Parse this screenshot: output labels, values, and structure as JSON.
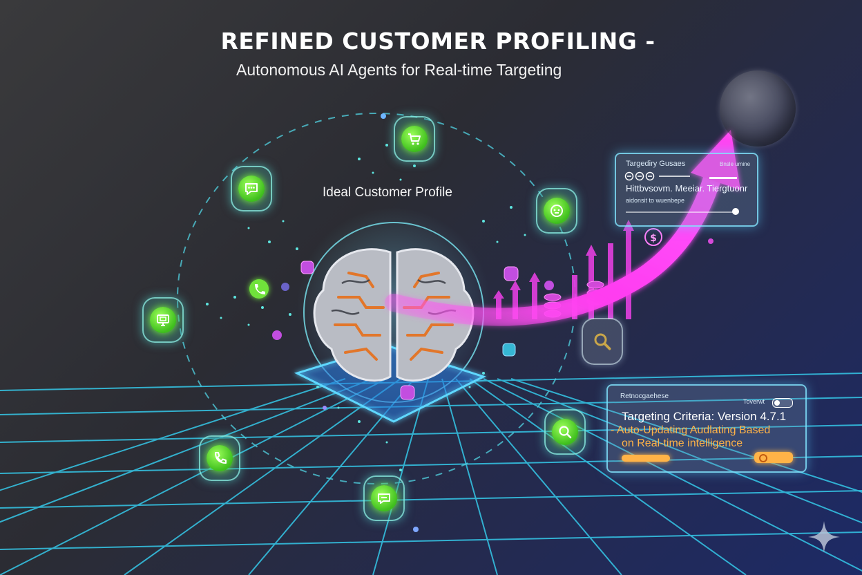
{
  "header": {
    "title": "REFINED CUSTOMER PROFILING -",
    "subtitle": "Autonomous AI Agents for Real-time Targeting"
  },
  "center": {
    "label": "Ideal Customer Profile"
  },
  "panel_top": {
    "heading": "Targediry Gusaes",
    "corner": "Bnsle umine",
    "line1": "Hittbvsovm. Meeiar. Tiergtuonr",
    "line2": "aidonsit to wuenbepe"
  },
  "panel_bottom": {
    "heading": "Retnocgaehese",
    "corner": "Toverwt",
    "criteria": "Targeting Criteria: Version 4.7.1",
    "desc_line1": "- Auto-Updating Audlating Based",
    "desc_line2": "on Real-time intelligence"
  },
  "icons": {
    "nodes": [
      "cart-icon",
      "chat-icon",
      "robot-icon",
      "monitor-chat-icon",
      "phone-icon",
      "search-icon",
      "message-icon"
    ],
    "dollar": "dollar-icon",
    "sparkle": "sparkle-icon"
  },
  "colors": {
    "node_green": "#5fe02a",
    "node_border": "#8cf0e6",
    "arrow_magenta": "#ff3cf0",
    "panel_border": "#82e6ff",
    "grid_cyan": "#35c8e8",
    "accent_orange": "#ffb347"
  }
}
